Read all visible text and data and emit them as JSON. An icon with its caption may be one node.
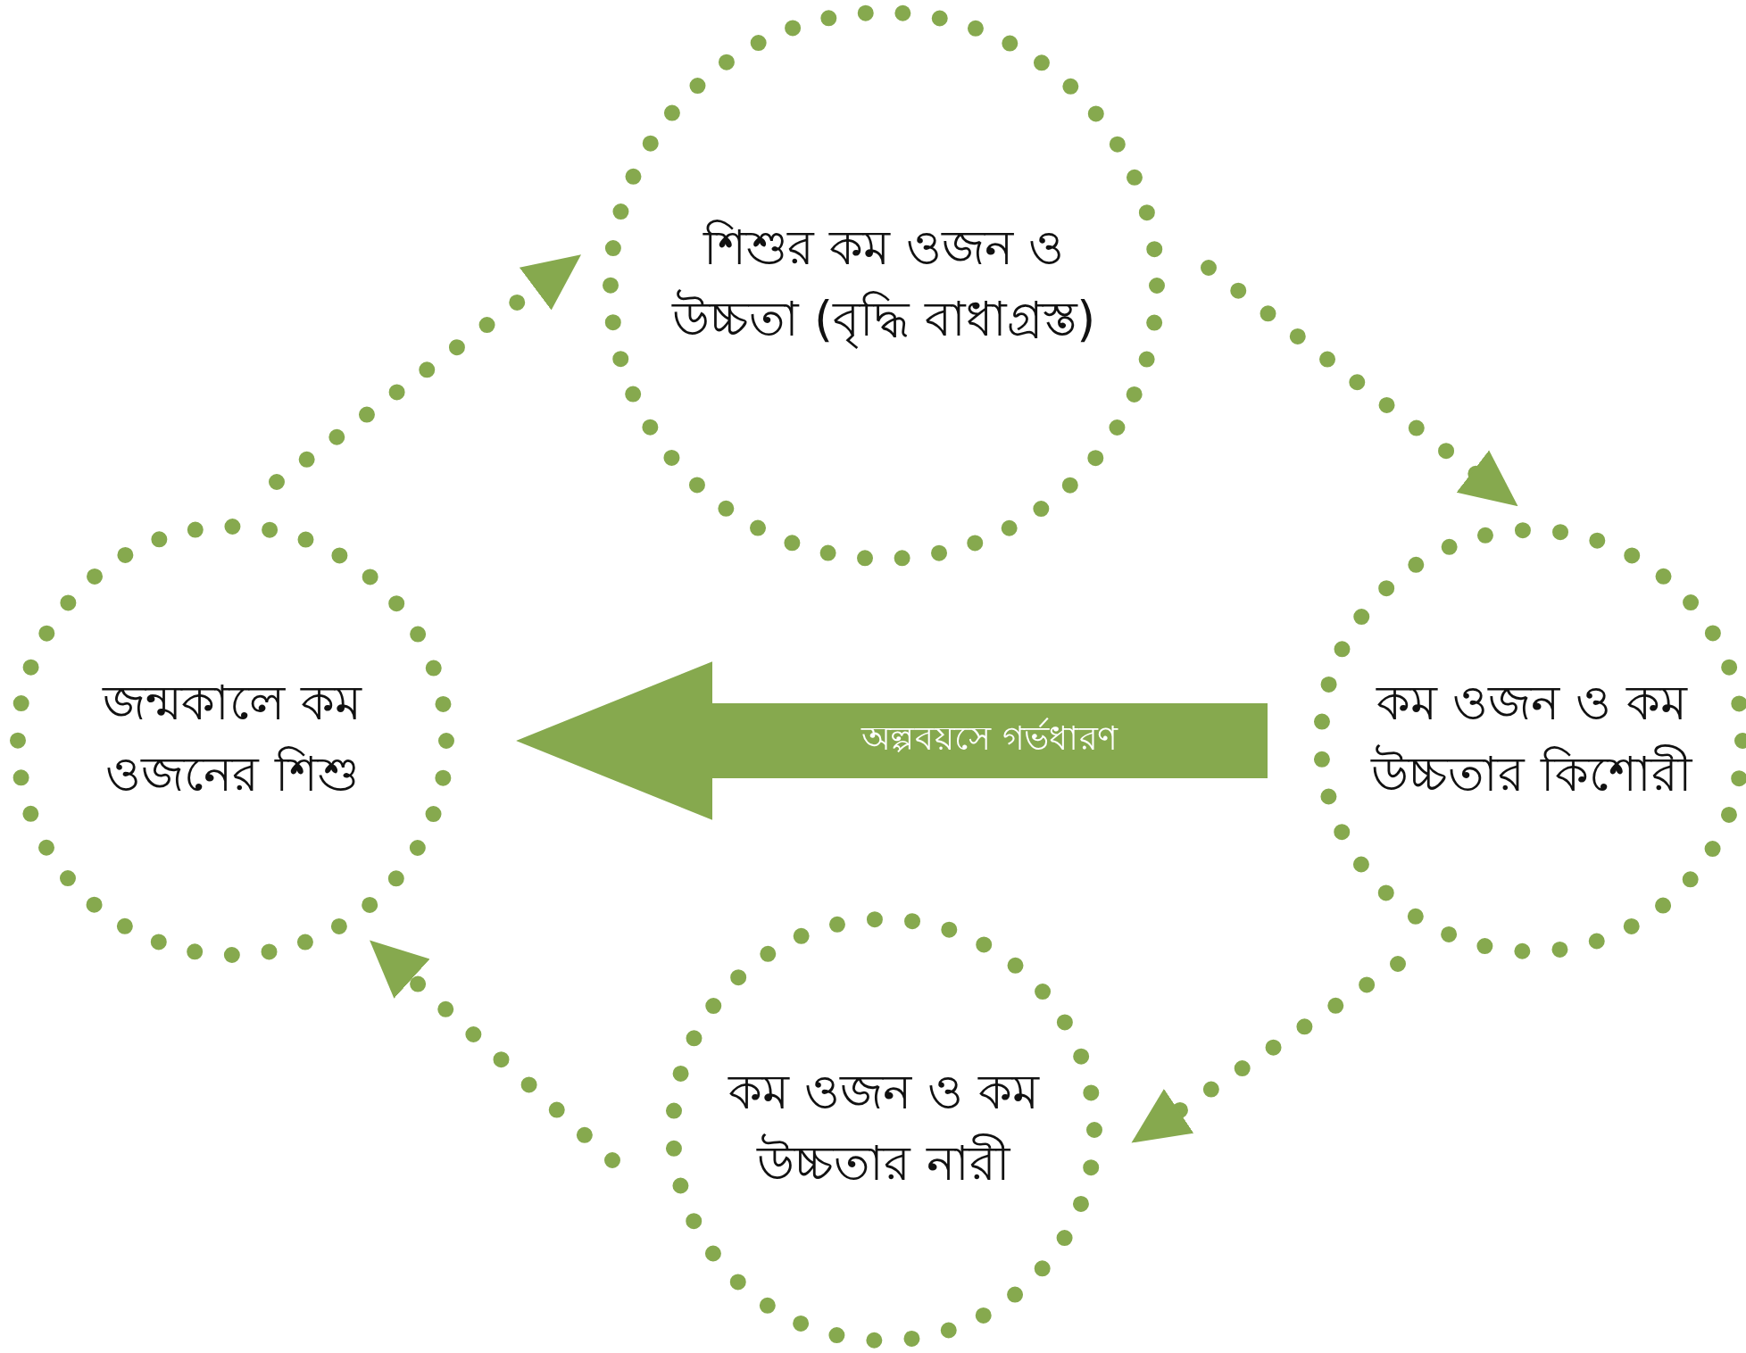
{
  "diagram": {
    "nodes": [
      {
        "text": [
          "শিশুর কম ওজন ও উচ্চতা (বৃদ্ধি বাধাগ্রস্ত)"
        ]
      },
      {
        "text": [
          "কম ওজন ও কম উচ্চতার কিশোরী"
        ]
      },
      {
        "text": [
          "কম ওজন ও কম উচ্চতার নারী"
        ]
      },
      {
        "text": [
          "জন্মকালে কম ওজনের শিশু"
        ]
      }
    ],
    "edges": [
      {
        "from": 3,
        "to": 0,
        "arrow": "to",
        "style": "dashed"
      },
      {
        "from": 0,
        "to": 1,
        "arrow": "to",
        "style": "dashed"
      },
      {
        "from": 1,
        "to": 2,
        "arrow": "to",
        "style": "dashed"
      },
      {
        "from": 2,
        "to": 3,
        "arrow": "to",
        "style": "dashed"
      },
      {
        "from": 1,
        "to": 3,
        "arrow": "to",
        "style": "thick",
        "label": "অল্পবয়সে গর্ভধারণ"
      }
    ]
  }
}
